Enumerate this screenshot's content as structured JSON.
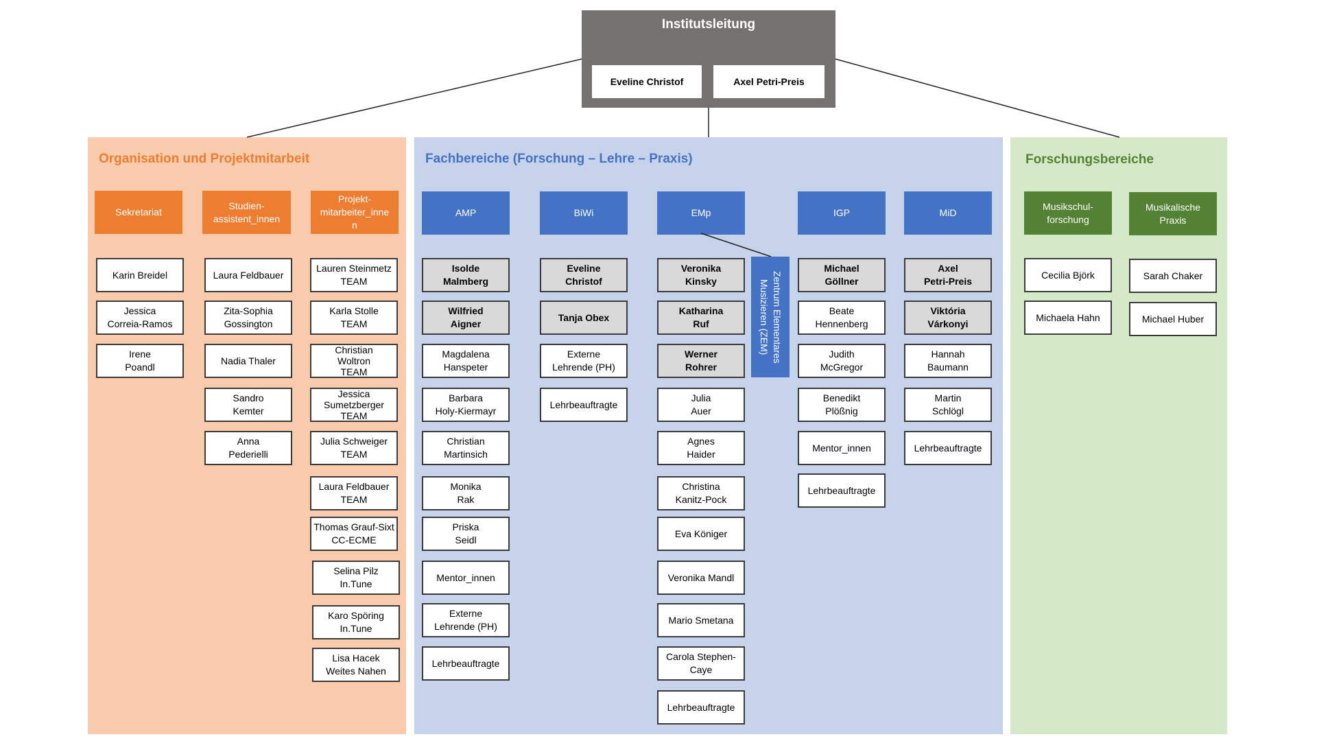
{
  "top": {
    "title": "Institutsleitung",
    "leaders": [
      "Eveline Christof",
      "Axel Petri-Preis"
    ]
  },
  "colors": {
    "top": "#767171",
    "orange": "#ED7D31",
    "orange_panel": "#F8CBAD",
    "blue": "#4472C4",
    "blue_panel": "#C6D3EB",
    "green": "#548235",
    "green_panel": "#D5E8C8"
  },
  "panels": {
    "org": {
      "title": "Organisation und Projektmitarbeit"
    },
    "fach": {
      "title": "Fachbereiche (Forschung – Lehre – Praxis)"
    },
    "forsch": {
      "title": "Forschungsbereiche"
    }
  },
  "units": {
    "sekretariat": {
      "label": "Sekretariat",
      "members": [
        "Karin Breidel",
        "Jessica\nCorreia-Ramos",
        "Irene\nPoandl"
      ]
    },
    "studien": {
      "label": "Studien-\nassistent_innen",
      "members": [
        "Laura Feldbauer",
        "Zita-Sophia\nGossington",
        "Nadia Thaler",
        "Sandro\nKemter",
        "Anna\nPederielli"
      ]
    },
    "projekt": {
      "label": "Projekt-\nmitarbeiter_inne\nn",
      "members": [
        "Lauren Steinmetz\nTEAM",
        "Karla Stolle\nTEAM",
        "Christian\nWoltron\nTEAM",
        "Jessica\nSumetzberger\nTEAM",
        "Julia Schweiger\nTEAM",
        "Laura Feldbauer\nTEAM",
        "Thomas Grauf-Sixt\nCC-ECME",
        "Selina Pilz\nIn.Tune",
        "Karo Spöring\nIn.Tune",
        "Lisa Hacek\nWeites Nahen"
      ]
    },
    "amp": {
      "label": "AMP",
      "members": [
        "Isolde\nMalmberg",
        "Wilfried\nAigner",
        "Magdalena\nHanspeter",
        "Barbara\nHoly-Kiermayr",
        "Christian\nMartinsich",
        "Monika\nRak",
        "Priska\nSeidl",
        "Mentor_innen",
        "Externe\nLehrende (PH)",
        "Lehrbeauftragte"
      ]
    },
    "biwi": {
      "label": "BiWi",
      "members": [
        "Eveline\nChristof",
        "Tanja Obex",
        "Externe\nLehrende (PH)",
        "Lehrbeauftragte"
      ]
    },
    "emp": {
      "label": "EMp",
      "members": [
        "Veronika\nKinsky",
        "Katharina\nRuf",
        "Werner\nRohrer",
        "Julia\nAuer",
        "Agnes\nHaider",
        "Christina\nKanitz-Pock",
        "Eva Königer",
        "Veronika Mandl",
        "Mario Smetana",
        "Carola Stephen-\nCaye",
        "Lehrbeauftragte"
      ]
    },
    "zem": {
      "label": "Zentrum Elementares\nMusizieren (ZEM)"
    },
    "igp": {
      "label": "IGP",
      "members": [
        "Michael\nGöllner",
        "Beate\nHennenberg",
        "Judith\nMcGregor",
        "Benedikt\nPlößnig",
        "Mentor_innen",
        "Lehrbeauftragte"
      ]
    },
    "mid": {
      "label": "MiD",
      "members": [
        "Axel\nPetri-Preis",
        "Viktória\nVárkonyi",
        "Hannah\nBaumann",
        "Martin\nSchlögl",
        "Lehrbeauftragte"
      ]
    },
    "musikschul": {
      "label": "Musikschul-\nforschung",
      "members": [
        "Cecilia Björk",
        "Michaela Hahn"
      ]
    },
    "praxis": {
      "label": "Musikalische\nPraxis",
      "members": [
        "Sarah Chaker",
        "Michael Huber"
      ]
    }
  }
}
